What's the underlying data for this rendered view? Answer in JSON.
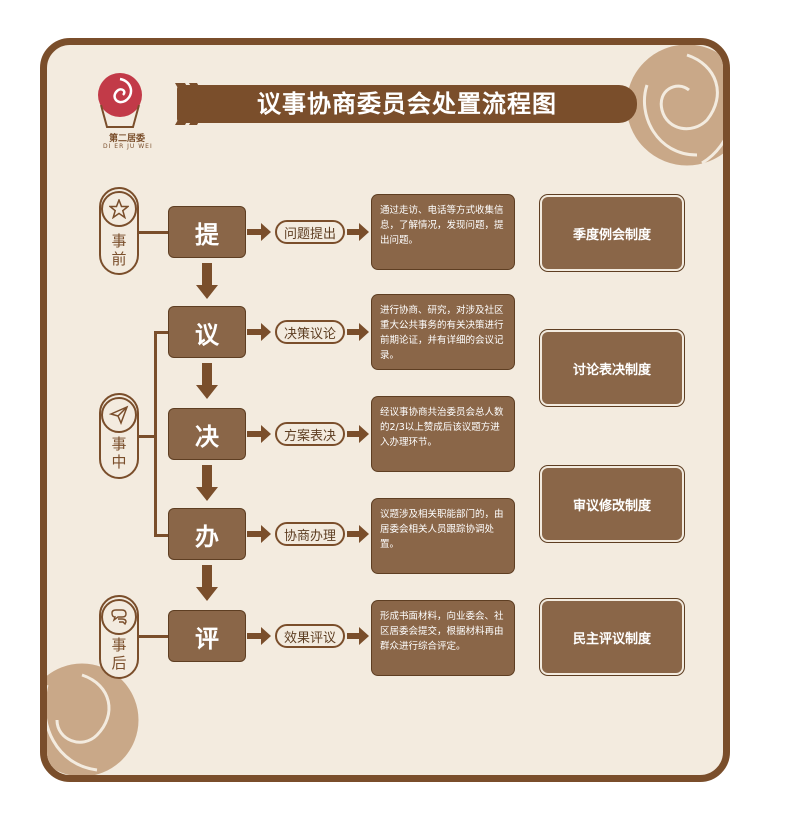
{
  "title": "议事协商委员会处置流程图",
  "logo": {
    "name": "第二居委",
    "sub": "DI ER JU WEI"
  },
  "phases": [
    {
      "label_a": "事",
      "label_b": "前",
      "icon": "star-icon"
    },
    {
      "label_a": "事",
      "label_b": "中",
      "icon": "paper-plane-icon"
    },
    {
      "label_a": "事",
      "label_b": "后",
      "icon": "chat-icon"
    }
  ],
  "steps": [
    {
      "label": "提",
      "action": "问题提出",
      "desc": "通过走访、电话等方式收集信息，了解情况，发现问题，提出问题。"
    },
    {
      "label": "议",
      "action": "决策议论",
      "desc": "进行协商、研究，对涉及社区重大公共事务的有关决策进行前期论证，并有详细的会议记录。"
    },
    {
      "label": "决",
      "action": "方案表决",
      "desc": "经议事协商共治委员会总人数的2/3以上赞成后该议题方进入办理环节。"
    },
    {
      "label": "办",
      "action": "协商办理",
      "desc": "议题涉及相关职能部门的，由居委会相关人员跟踪协调处置。"
    },
    {
      "label": "评",
      "action": "效果评议",
      "desc": "形成书面材料，向业委会、社区居委会提交，根据材料再由群众进行综合评定。"
    }
  ],
  "systems": [
    "季度例会制度",
    "讨论表决制度",
    "审议修改制度",
    "民主评议制度"
  ],
  "colors": {
    "brown": "#7a4e2b",
    "box": "#8a6648",
    "bg": "#f3ebdf"
  }
}
